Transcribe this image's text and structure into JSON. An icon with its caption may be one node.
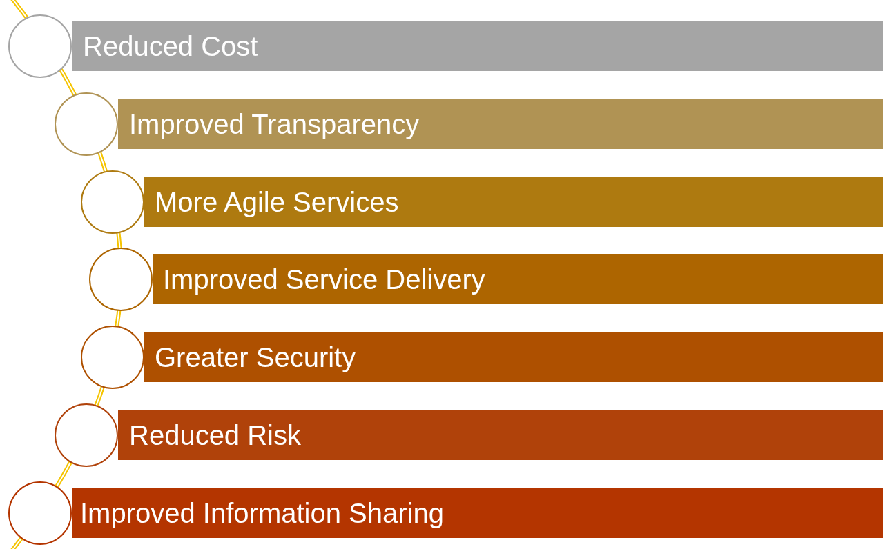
{
  "diagram": {
    "nodes": [
      {
        "text": [],
        "shape": "circle"
      },
      {
        "text": [
          "Reduced Cost"
        ]
      },
      {
        "text": [],
        "shape": "circle"
      },
      {
        "text": [
          "Improved Transparency"
        ]
      },
      {
        "text": [],
        "shape": "circle"
      },
      {
        "text": [
          "More Agile Services"
        ]
      },
      {
        "text": [],
        "shape": "circle"
      },
      {
        "text": [
          "Improved Service Delivery"
        ]
      },
      {
        "text": [],
        "shape": "circle"
      },
      {
        "text": [
          "Greater Security"
        ]
      },
      {
        "text": [],
        "shape": "circle"
      },
      {
        "text": [
          "Reduced Risk"
        ]
      },
      {
        "text": [],
        "shape": "circle"
      },
      {
        "text": [
          "Improved Information Sharing"
        ]
      }
    ]
  }
}
